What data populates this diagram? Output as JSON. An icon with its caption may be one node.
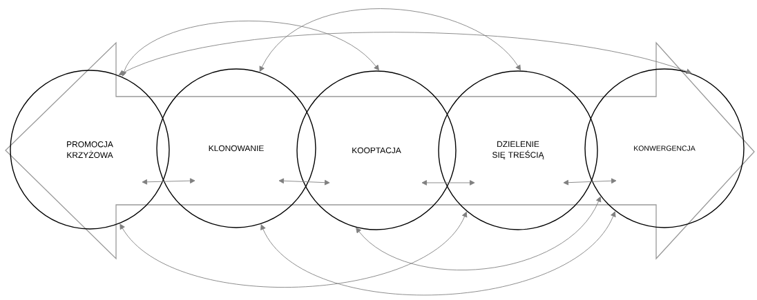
{
  "diagram": {
    "nodes": [
      {
        "text": [
          "PROMOCJA KRZYŻOWA"
        ]
      },
      {
        "text": [
          "KLONOWANIE"
        ]
      },
      {
        "text": [
          "KOOPTACJA"
        ]
      },
      {
        "text": [
          "DZIELENIE SIĘ TREŚCIĄ"
        ]
      },
      {
        "text": [
          "KONWERGENCJA"
        ]
      }
    ],
    "edges": [
      {
        "from": 0,
        "to": 1,
        "arrow": "both"
      },
      {
        "from": 1,
        "to": 2,
        "arrow": "both"
      },
      {
        "from": 2,
        "to": 3,
        "arrow": "both"
      },
      {
        "from": 3,
        "to": 4,
        "arrow": "both"
      },
      {
        "from": 0,
        "to": 2,
        "arrow": "both"
      },
      {
        "from": 0,
        "to": 4,
        "arrow": "both"
      },
      {
        "from": 1,
        "to": 3,
        "arrow": "both"
      },
      {
        "from": 0,
        "to": 3,
        "arrow": "both"
      },
      {
        "from": 1,
        "to": 4,
        "arrow": "both"
      },
      {
        "from": 2,
        "to": 4,
        "arrow": "both"
      }
    ]
  }
}
